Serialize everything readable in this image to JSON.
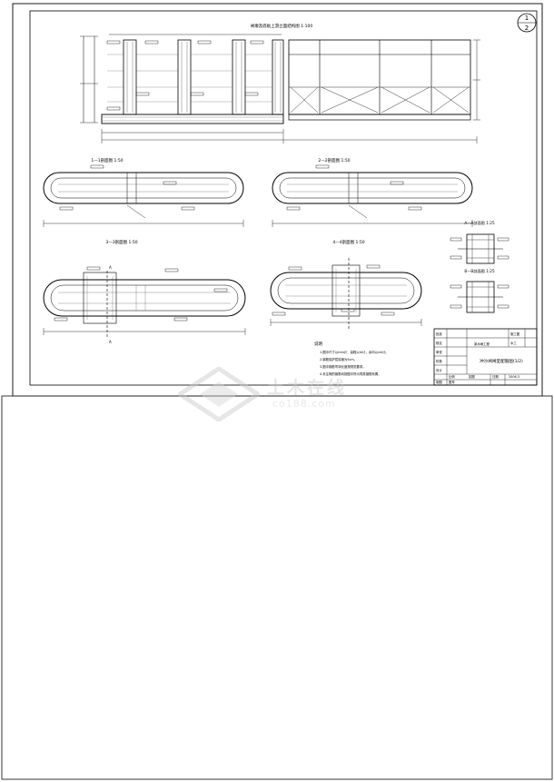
{
  "sheet": {
    "number_top": "1",
    "number_bottom": "2",
    "top_section_title": "闸墩及底板上游立面结构图 1:100",
    "section_1_title": "1—1剖面图 1:50",
    "section_2_title": "2—2剖面图 1:50",
    "section_3_title": "3—3剖面图 1:50",
    "section_4_title": "4—4剖面图 1:50",
    "detail_a_title": "A—A剖面图 1:25",
    "detail_b_title": "B—B剖面图 1:25",
    "section_marker": "A"
  },
  "notes": {
    "heading": "说明",
    "items": [
      "1.图中尺寸以mm计，高程以m计，余均以cm计。",
      "2.钢筋保护层厚度为5cm。",
      "3.图中钢筋弯钩长度按规范要求。",
      "4.未注明的钢筋均按图中所示同类钢筋布置。"
    ]
  },
  "title_block": {
    "rows_left": [
      "批准",
      "核定",
      "审查",
      "校核",
      "设计",
      "制图"
    ],
    "project": "某水闸工程",
    "stage": "施工图",
    "part": "水工",
    "drawing_title": "冲沙闸闸室配筋图(1/2)",
    "scale_label": "比例",
    "scale_value": "如图",
    "date_label": "日期",
    "date_value": "2006.3",
    "drawing_no_label": "图号",
    "drawing_no_value": ""
  },
  "watermark": {
    "text": "土木在线",
    "sub": "co188.com",
    "logo": "co188-diamond-logo"
  }
}
